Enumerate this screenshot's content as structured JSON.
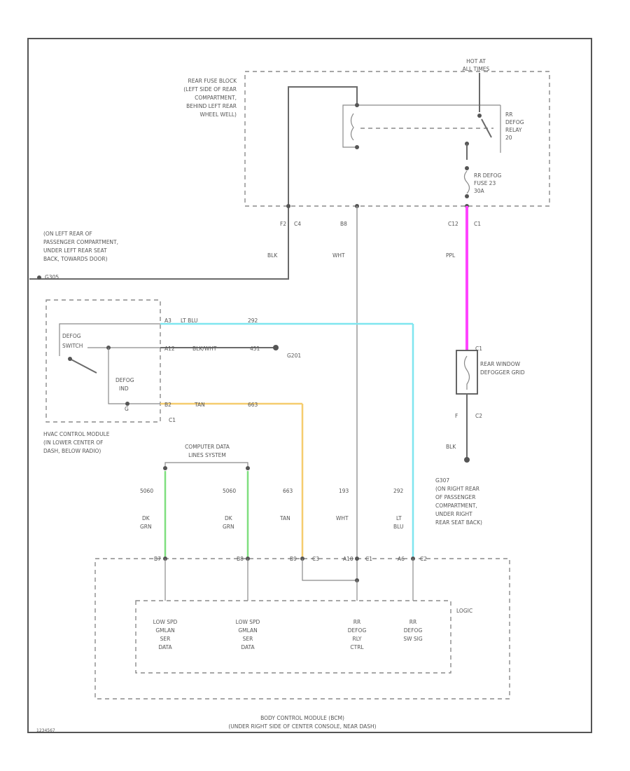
{
  "rear_fuse_block": {
    "label_lines": [
      "REAR FUSE BLOCK",
      "(LEFT SIDE OF REAR",
      "COMPARTMENT,",
      "BEHIND LEFT REAR",
      "WHEEL WELL)"
    ]
  },
  "hot_at": {
    "lines": [
      "HOT AT",
      "ALL TIMES"
    ]
  },
  "rr_defog_relay": {
    "lines": [
      "RR",
      "DEFOG",
      "RELAY",
      "20"
    ]
  },
  "rr_defog_fuse": {
    "lines": [
      "RR DEFOG",
      "FUSE 23",
      "30A"
    ]
  },
  "connectors": {
    "c4_pin": "F2",
    "c4_name": "C4",
    "b8_pin": "B8",
    "c1_pin": "C12",
    "c1_name": "C1"
  },
  "wires": {
    "blk_top": "BLK",
    "wht_center": "WHT",
    "ppl": "PPL",
    "lt_blu": "LT BLU",
    "lt_blu_circuit": "292",
    "blk_wht": "BLK/WHT",
    "blk_wht_circuit": "451",
    "tan": "TAN",
    "tan_circuit": "663",
    "blk_bottom": "BLK"
  },
  "ground_g305": {
    "lines": [
      "(ON LEFT REAR OF",
      "PASSENGER COMPARTMENT,",
      "UNDER LEFT REAR SEAT",
      "BACK, TOWARDS DOOR)"
    ],
    "name": "G305"
  },
  "hvac_module": {
    "switch_lines": [
      "DEFOG",
      "SWITCH"
    ],
    "ind_lines": [
      "DEFOG",
      "IND"
    ],
    "pin_a3": "A3",
    "pin_a12": "A12",
    "pin_b2": "B2",
    "ground_small": "G",
    "connector": "C1",
    "label_lines": [
      "HVAC CONTROL MODULE",
      "(IN LOWER CENTER OF",
      "DASH, BELOW RADIO)"
    ]
  },
  "ground_g201": {
    "name": "G201"
  },
  "grid": {
    "c1_label": "C1",
    "c2_label": "C2",
    "name_lines": [
      "REAR WINDOW",
      "DEFOGGER GRID"
    ],
    "pin": "F"
  },
  "ground_g307": {
    "name": "G307",
    "lines": [
      "(ON RIGHT REAR",
      "OF PASSENGER",
      "COMPARTMENT,",
      "UNDER RIGHT",
      "REAR SEAT BACK)"
    ]
  },
  "computer_data_lines": {
    "lines": [
      "COMPUTER DATA",
      "LINES SYSTEM"
    ]
  },
  "bcm_columns": [
    {
      "circuit": "5060",
      "wire": [
        "DK",
        "GRN"
      ],
      "pin": "B7",
      "label": [
        "LOW SPD",
        "GMLAN",
        "SER",
        "DATA"
      ]
    },
    {
      "circuit": "5060",
      "wire": [
        "DK",
        "GRN"
      ],
      "pin": "B8",
      "label": [
        "LOW SPD",
        "GMLAN",
        "SER",
        "DATA"
      ]
    },
    {
      "circuit": "663",
      "wire": [
        "TAN"
      ],
      "pin": "B9",
      "conn": "C3",
      "label": []
    },
    {
      "circuit": "193",
      "wire": [
        "WHT"
      ],
      "pin": "A10",
      "conn": "C1",
      "label": [
        "RR",
        "DEFOG",
        "RLY",
        "CTRL"
      ]
    },
    {
      "circuit": "292",
      "wire": [
        "LT",
        "BLU"
      ],
      "pin": "A6",
      "conn": "C2",
      "label": [
        "RR",
        "DEFOG",
        "SW SIG"
      ]
    }
  ],
  "bcm": {
    "logic_label": "LOGIC",
    "label_lines": [
      "BODY CONTROL MODULE (BCM)",
      "(UNDER RIGHT SIDE OF CENTER CONSOLE, NEAR DASH)"
    ]
  },
  "footer": {
    "code": "1234567"
  },
  "colors": {
    "ppl": "#ff44ff",
    "lt_blu": "#7fe6ef",
    "tan": "#f5cc6e",
    "dk_grn": "#7fdf7f",
    "wire_grey": "#6a6a6a"
  }
}
